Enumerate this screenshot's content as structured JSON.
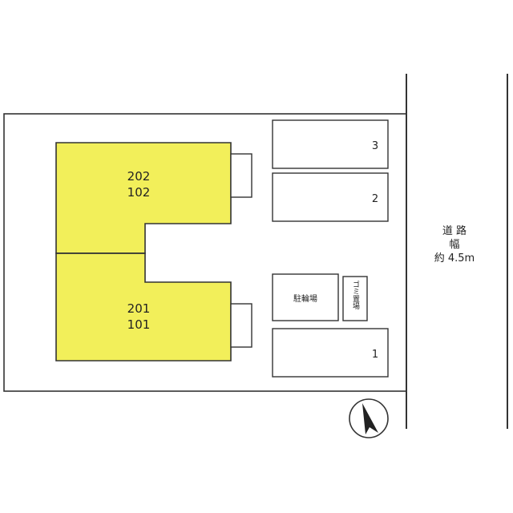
{
  "units": {
    "upper": "202",
    "upper_lower": "102",
    "lower": "201",
    "lower_lower": "101"
  },
  "parking": {
    "space_3": "3",
    "space_2": "2",
    "space_1": "1"
  },
  "bicycle_parking": "駐輪場",
  "garbage_area": "ゴミ置場",
  "road": {
    "line1": "道 路",
    "line2": "幅",
    "line3": "約 4.5m"
  },
  "colors": {
    "building_fill": "#f2ef5a",
    "outline": "#333333"
  },
  "icons": {
    "north": "north-arrow-icon"
  }
}
